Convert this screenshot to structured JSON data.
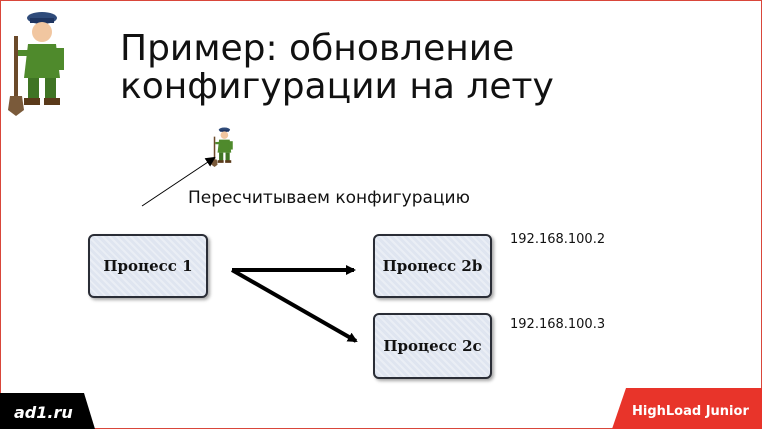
{
  "slide": {
    "title_line1": "Пример: обновление",
    "title_line2": "конфигурации на лету",
    "annotation": "Пересчитываем конфигурацию"
  },
  "nodes": [
    {
      "id": "p1",
      "label": "Процесс 1",
      "ip": ""
    },
    {
      "id": "p2b",
      "label": "Процесс 2b",
      "ip": "192.168.100.2"
    },
    {
      "id": "p2c",
      "label": "Процесс 2c",
      "ip": "192.168.100.3"
    }
  ],
  "edges": [
    {
      "from": "p1",
      "to": "p2b"
    },
    {
      "from": "p1",
      "to": "p2c"
    }
  ],
  "footer": {
    "left_logo": "ad1.ru",
    "right_logo": "HighLoad Junior"
  },
  "colors": {
    "frame": "#d9463a",
    "accent_red": "#e8342a",
    "box_fill": "#dfe5f0",
    "box_border": "#2a2d36"
  }
}
